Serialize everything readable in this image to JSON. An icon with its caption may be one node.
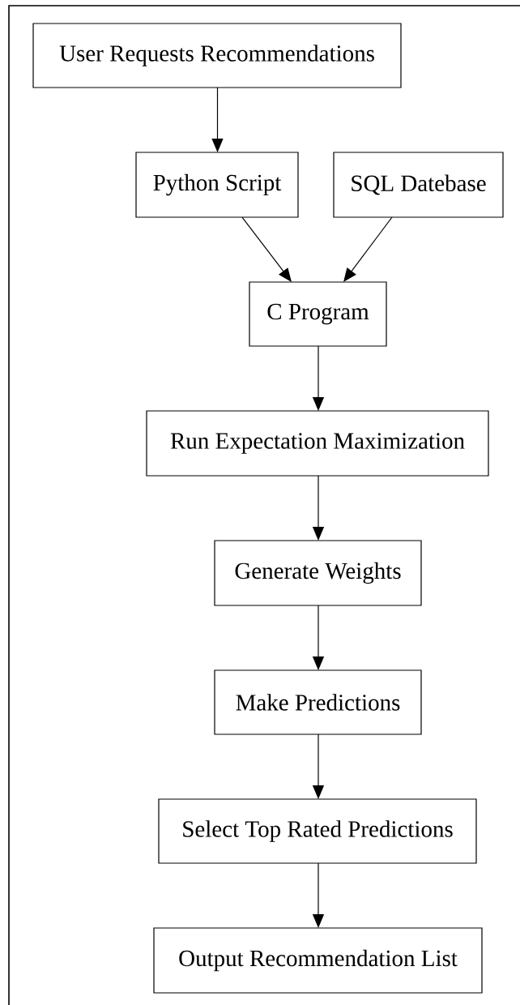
{
  "diagram": {
    "nodes": [
      {
        "text": [
          "User Requests Recommendations"
        ]
      },
      {
        "text": [
          "Python Script"
        ]
      },
      {
        "text": [
          "SQL Datebase"
        ]
      },
      {
        "text": [
          "C Program"
        ]
      },
      {
        "text": [
          "Run Expectation Maximization"
        ]
      },
      {
        "text": [
          "Generate Weights"
        ]
      },
      {
        "text": [
          "Make Predictions"
        ]
      },
      {
        "text": [
          "Select Top Rated Predictions"
        ]
      },
      {
        "text": [
          "Output Recommendation List"
        ]
      }
    ],
    "edges": [
      {
        "from": 0,
        "to": 1,
        "arrow": "to"
      },
      {
        "from": 1,
        "to": 3,
        "arrow": "to"
      },
      {
        "from": 2,
        "to": 3,
        "arrow": "to"
      },
      {
        "from": 3,
        "to": 4,
        "arrow": "to"
      },
      {
        "from": 4,
        "to": 5,
        "arrow": "to"
      },
      {
        "from": 5,
        "to": 6,
        "arrow": "to"
      },
      {
        "from": 6,
        "to": 7,
        "arrow": "to"
      },
      {
        "from": 7,
        "to": 8,
        "arrow": "to"
      }
    ]
  }
}
